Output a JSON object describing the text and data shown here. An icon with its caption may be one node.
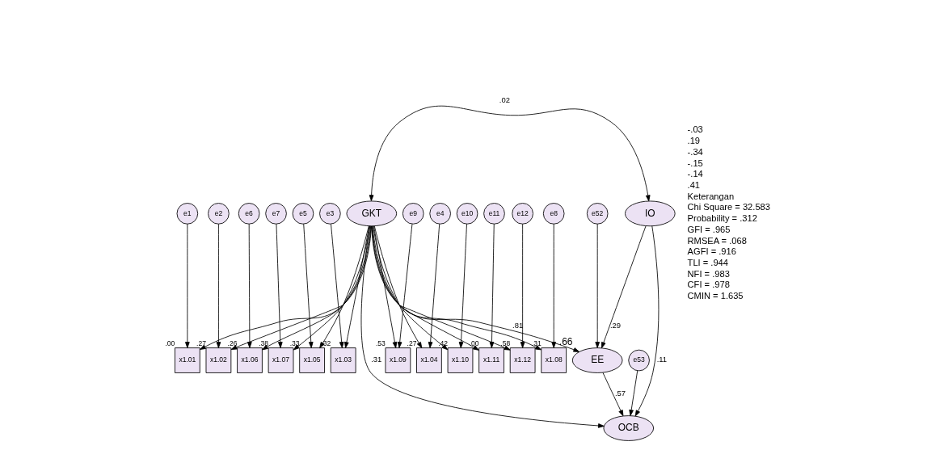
{
  "diagram": {
    "nodes": [
      {
        "text": [
          "e1"
        ]
      },
      {
        "text": [
          "e2"
        ]
      },
      {
        "text": [
          "e3"
        ]
      },
      {
        "text": [
          "e4"
        ]
      },
      {
        "text": [
          "e5"
        ]
      },
      {
        "text": [
          "e6"
        ]
      },
      {
        "text": [
          "e7"
        ]
      },
      {
        "text": [
          "e8"
        ]
      },
      {
        "text": [
          "e9"
        ]
      },
      {
        "text": [
          "e10"
        ]
      },
      {
        "text": [
          "e11"
        ]
      },
      {
        "text": [
          "e12"
        ]
      },
      {
        "text": [
          "x1.01"
        ],
        "beside": [
          ".00"
        ]
      },
      {
        "text": [
          "x1.02"
        ],
        "beside": [
          ".27"
        ]
      },
      {
        "text": [
          "x1.03"
        ],
        "beside": [
          ".32"
        ]
      },
      {
        "text": [
          "x1.04"
        ],
        "beside": [
          ".27"
        ]
      },
      {
        "text": [
          "x1.05"
        ],
        "beside": [
          ".33"
        ]
      },
      {
        "text": [
          "x1.06"
        ],
        "beside": [
          ".26"
        ]
      },
      {
        "text": [
          "x1.07"
        ],
        "beside": [
          ".38"
        ]
      },
      {
        "text": [
          "x1.08"
        ],
        "beside": [
          ".31"
        ]
      },
      {
        "text": [
          "x1.09"
        ],
        "beside": [
          ".53"
        ]
      },
      {
        "text": [
          "x1.10"
        ],
        "beside": [
          ".42"
        ]
      },
      {
        "text": [
          "x1.11"
        ],
        "beside": [
          ".00"
        ]
      },
      {
        "text": [
          "x1.12"
        ],
        "beside": [
          ".58"
        ]
      },
      {
        "text": [
          "GKT"
        ]
      },
      {
        "text": [
          "e52"
        ]
      },
      {
        "text": [
          "EE"
        ],
        "beside": [
          ".66"
        ]
      },
      {
        "text": [
          "e53"
        ]
      },
      {
        "text": [
          "OCB"
        ]
      },
      {
        "text": [
          "IO"
        ]
      }
    ],
    "edges": [
      {
        "from": 0,
        "to": 12,
        "arrow": "to"
      },
      {
        "from": 1,
        "to": 13,
        "arrow": "to"
      },
      {
        "from": 2,
        "to": 14,
        "arrow": "to"
      },
      {
        "from": 3,
        "to": 15,
        "arrow": "to"
      },
      {
        "from": 4,
        "to": 16,
        "arrow": "to"
      },
      {
        "from": 5,
        "to": 17,
        "arrow": "to"
      },
      {
        "from": 6,
        "to": 18,
        "arrow": "to"
      },
      {
        "from": 7,
        "to": 19,
        "arrow": "to"
      },
      {
        "from": 8,
        "to": 20,
        "arrow": "to"
      },
      {
        "from": 9,
        "to": 21,
        "arrow": "to"
      },
      {
        "from": 10,
        "to": 22,
        "arrow": "to"
      },
      {
        "from": 11,
        "to": 23,
        "arrow": "to"
      },
      {
        "from": 24,
        "to": 12,
        "arrow": "to"
      },
      {
        "from": 24,
        "to": 13,
        "arrow": "to"
      },
      {
        "from": 24,
        "to": 14,
        "arrow": "to"
      },
      {
        "from": 24,
        "to": 15,
        "arrow": "to"
      },
      {
        "from": 24,
        "to": 16,
        "arrow": "to"
      },
      {
        "from": 24,
        "to": 17,
        "arrow": "to"
      },
      {
        "from": 24,
        "to": 18,
        "arrow": "to"
      },
      {
        "from": 24,
        "to": 19,
        "arrow": "to"
      },
      {
        "from": 24,
        "to": 20,
        "arrow": "to"
      },
      {
        "from": 24,
        "to": 21,
        "arrow": "to"
      },
      {
        "from": 24,
        "to": 22,
        "arrow": "to"
      },
      {
        "from": 24,
        "to": 23,
        "arrow": "to"
      },
      {
        "from": 24,
        "to": 26,
        "arrow": "to",
        "label": ".81"
      },
      {
        "from": 25,
        "to": 26,
        "arrow": "to"
      },
      {
        "from": 24,
        "to": 28,
        "arrow": "to",
        "label": ".31"
      },
      {
        "from": 26,
        "to": 28,
        "arrow": "to",
        "label": ".57"
      },
      {
        "from": 27,
        "to": 28,
        "arrow": "to"
      },
      {
        "from": 29,
        "to": 26,
        "arrow": "to",
        "label": ".29"
      },
      {
        "from": 29,
        "to": 28,
        "arrow": "to",
        "label": ".11"
      },
      {
        "from": 24,
        "to": 29,
        "arrow": "both",
        "label": ".02"
      }
    ],
    "labels": [
      "-.03",
      ".19",
      "-.34",
      "-.15",
      "-.14",
      ".41",
      "Keterangan",
      "Chi Square = 32.583",
      "Probability = .312",
      "GFI = .965",
      "RMSEA = .068",
      "AGFI = .916",
      "TLI = .944",
      "NFI = .983",
      "CFI = .978",
      "CMIN = 1.635"
    ]
  }
}
